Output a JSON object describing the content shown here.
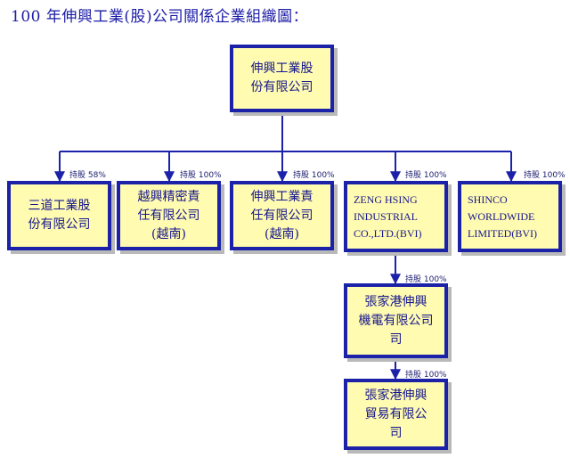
{
  "title": "100 年伸興工業(股)公司關係企業組織圖：",
  "parent": {
    "lines": [
      "伸興工業股",
      "份有限公司"
    ]
  },
  "subsidiaries": [
    {
      "lines": [
        "三道工業股",
        "份有限公司"
      ],
      "ownership": "持股 58%"
    },
    {
      "lines": [
        "越興精密責",
        "任有限公司",
        "(越南)"
      ],
      "ownership": "持股 100%"
    },
    {
      "lines": [
        "伸興工業責",
        "任有限公司",
        "(越南)"
      ],
      "ownership": "持股 100%"
    },
    {
      "lines": [
        "ZENG HSING",
        "INDUSTRIAL",
        "CO.,LTD.(BVI)"
      ],
      "ownership": "持股 100%"
    },
    {
      "lines": [
        "SHINCO",
        "WORLDWIDE",
        "LIMITED(BVI)"
      ],
      "ownership": "持股 100%"
    }
  ],
  "second_level": {
    "lines": [
      "張家港伸興",
      "機電有限公司",
      "司"
    ],
    "ownership": "持股 100%"
  },
  "third_level": {
    "lines": [
      "張家港伸興",
      "貿易有限公",
      "司"
    ],
    "ownership": "持股 100%"
  },
  "colors": {
    "border": "#1b22a8",
    "fill": "#fffbb0",
    "text": "#16168f",
    "connector": "#1b22a8"
  }
}
